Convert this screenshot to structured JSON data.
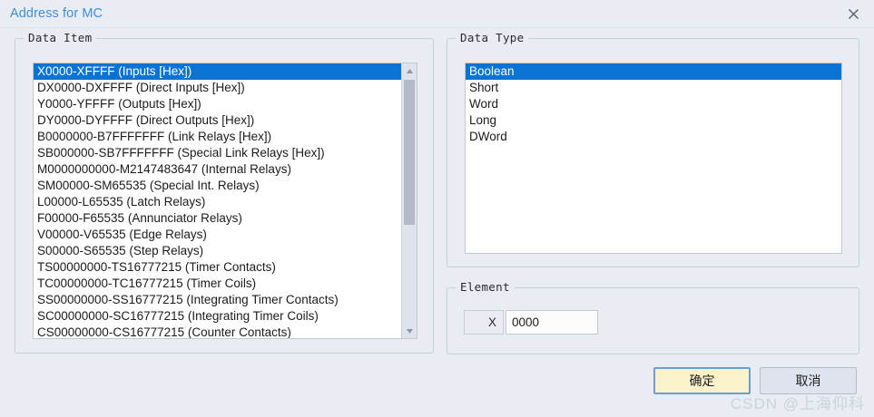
{
  "window": {
    "title": "Address for MC",
    "close_icon": "close-icon"
  },
  "data_item_group": {
    "title": "Data Item",
    "selected_index": 0,
    "items": [
      "X0000-XFFFF (Inputs [Hex])",
      "DX0000-DXFFFF (Direct Inputs [Hex])",
      "Y0000-YFFFF (Outputs [Hex])",
      "DY0000-DYFFFF (Direct Outputs [Hex])",
      "B0000000-B7FFFFFFF (Link Relays [Hex])",
      "SB000000-SB7FFFFFFF (Special Link Relays [Hex])",
      "M0000000000-M2147483647 (Internal Relays)",
      "SM00000-SM65535 (Special Int. Relays)",
      "L00000-L65535 (Latch Relays)",
      "F00000-F65535 (Annunciator Relays)",
      "V00000-V65535 (Edge Relays)",
      "S00000-S65535 (Step Relays)",
      "TS00000000-TS16777215 (Timer Contacts)",
      "TC00000000-TC16777215 (Timer Coils)",
      "SS00000000-SS16777215 (Integrating Timer Contacts)",
      "SC00000000-SC16777215 (Integrating Timer Coils)",
      "CS00000000-CS16777215 (Counter Contacts)"
    ],
    "scrollbar": {
      "up_arrow_icon": "triangle-up-icon",
      "down_arrow_icon": "triangle-down-icon"
    }
  },
  "data_type_group": {
    "title": "Data Type",
    "selected_index": 0,
    "items": [
      "Boolean",
      "Short",
      "Word",
      "Long",
      "DWord"
    ]
  },
  "element_group": {
    "title": "Element",
    "prefix": "X",
    "value": "0000",
    "placeholder": ""
  },
  "buttons": {
    "ok": "确定",
    "cancel": "取消"
  },
  "watermark": "CSDN @上海仰科",
  "colors": {
    "dialog_background": "#e9ecf3",
    "title_text": "#3f8fd8",
    "selection": "#0a74d4",
    "ok_button_fill": "#faf2ca",
    "ok_button_border": "#6c9fd0",
    "cancel_button_fill": "#dfe3ee"
  }
}
